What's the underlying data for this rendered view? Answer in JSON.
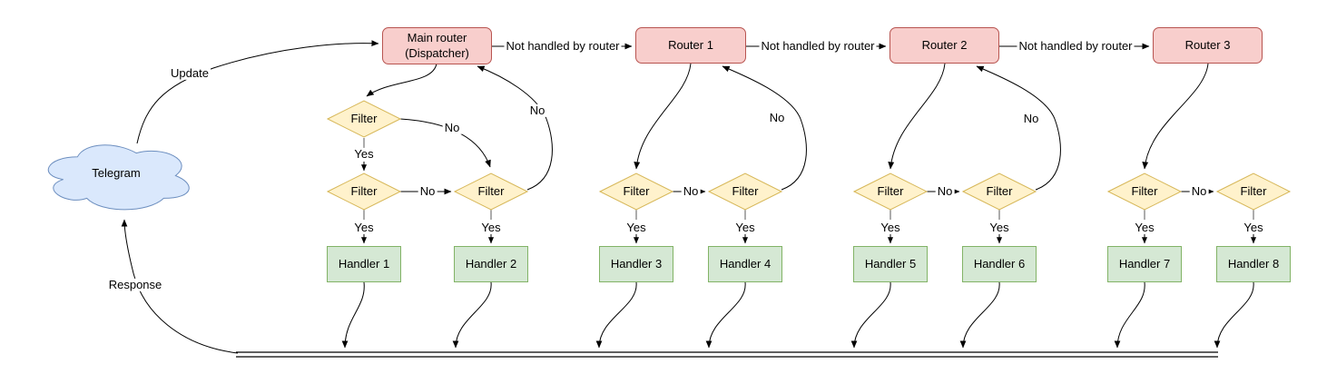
{
  "diagram": {
    "cloud": {
      "label": "Telegram"
    },
    "routers": [
      {
        "line1": "Main router",
        "line2": "(Dispatcher)"
      },
      {
        "label": "Router 1"
      },
      {
        "label": "Router 2"
      },
      {
        "label": "Router 3"
      }
    ],
    "handlers": [
      {
        "label": "Handler 1"
      },
      {
        "label": "Handler 2"
      },
      {
        "label": "Handler 3"
      },
      {
        "label": "Handler 4"
      },
      {
        "label": "Handler 5"
      },
      {
        "label": "Handler 6"
      },
      {
        "label": "Handler 7"
      },
      {
        "label": "Handler 8"
      }
    ],
    "labels": {
      "filter": "Filter",
      "yes": "Yes",
      "no": "No",
      "not_handled": "Not handled by router",
      "update": "Update",
      "response": "Response"
    },
    "colors": {
      "router_fill": "#f8cecc",
      "router_stroke": "#b85450",
      "filter_fill": "#fff2cc",
      "filter_stroke": "#d6b656",
      "handler_fill": "#d5e8d4",
      "handler_stroke": "#82b366",
      "cloud_fill": "#dae8fc",
      "cloud_stroke": "#6c8ebf",
      "edge": "#000000"
    }
  }
}
